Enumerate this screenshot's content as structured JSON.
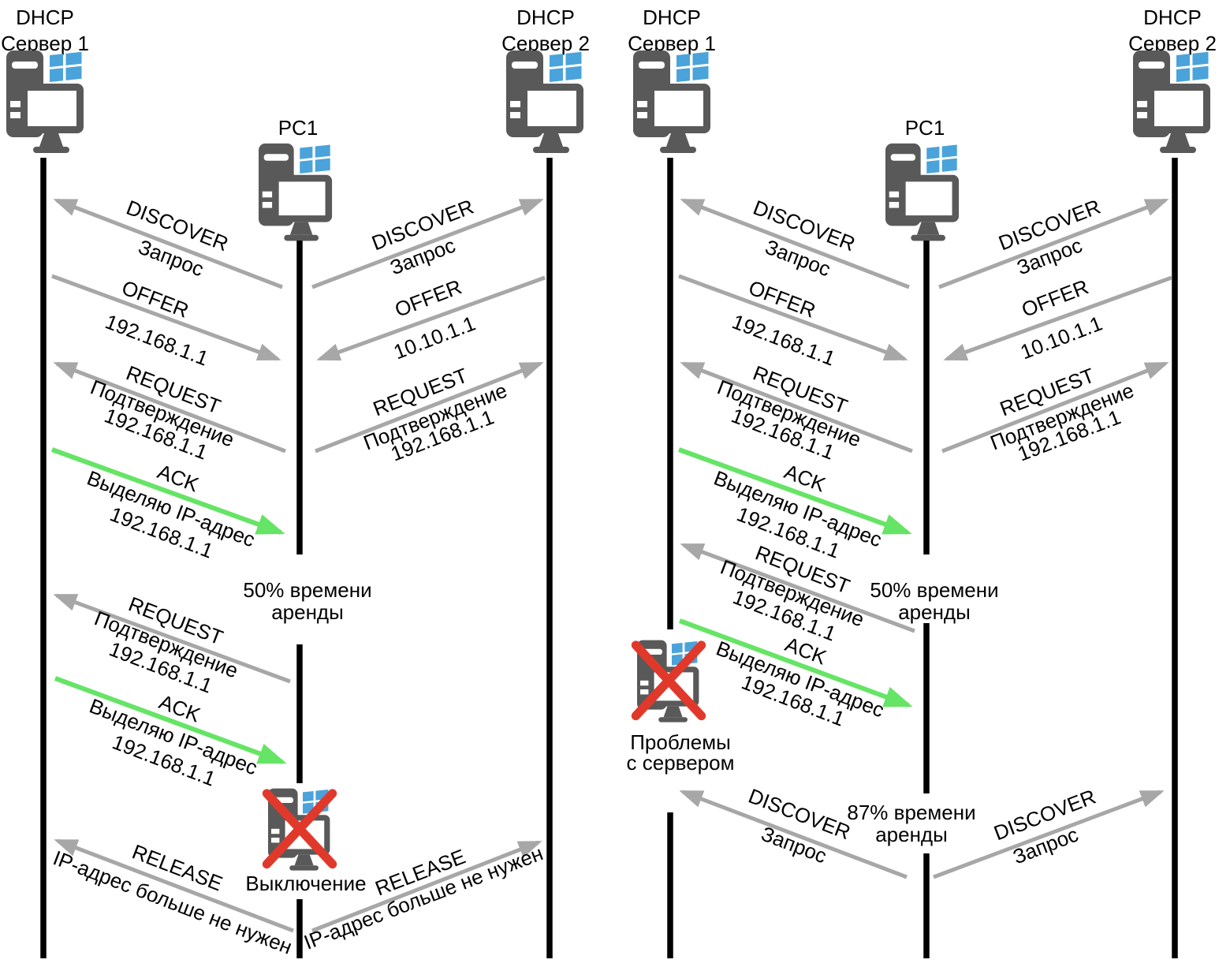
{
  "colors": {
    "lifeline": "#000000",
    "arrow_gray": "#a7a7a7",
    "arrow_green": "#65e465",
    "icon_gray": "#595959",
    "windows_blue": "#4aa3da",
    "cross_red": "#e0392b",
    "text": "#000000"
  },
  "left": {
    "server1": {
      "l1": "DHCP",
      "l2": "Сервер 1"
    },
    "pc1": "PC1",
    "server2": {
      "l1": "DHCP",
      "l2": "Сервер 2"
    },
    "m": {
      "discover1": {
        "l1": "DISCOVER",
        "l2": "Запрос"
      },
      "discover2": {
        "l1": "DISCOVER",
        "l2": "Запрос"
      },
      "offer1": {
        "l1": "OFFER",
        "l2": "192.168.1.1"
      },
      "offer2": {
        "l1": "OFFER",
        "l2": "10.10.1.1"
      },
      "request1": {
        "l1": "REQUEST",
        "l2": "Подтверждение",
        "l3": "192.168.1.1"
      },
      "request2": {
        "l1": "REQUEST",
        "l2": "Подтверждение",
        "l3": "192.168.1.1"
      },
      "ack": {
        "l1": "ACK",
        "l2": "Выделяю IP-адрес",
        "l3": "192.168.1.1"
      },
      "note50": {
        "l1": "50% времени",
        "l2": "аренды"
      },
      "request_renew": {
        "l1": "REQUEST",
        "l2": "Подтверждение",
        "l3": "192.168.1.1"
      },
      "ack_renew": {
        "l1": "ACK",
        "l2": "Выделяю IP-адрес",
        "l3": "192.168.1.1"
      },
      "shutdown": "Выключение",
      "release1": {
        "l1": "RELEASE",
        "l2": "IP-адрес больше не нужен"
      },
      "release2": {
        "l1": "RELEASE",
        "l2": "IP-адрес больше не нужен"
      }
    }
  },
  "right": {
    "server1": {
      "l1": "DHCP",
      "l2": "Сервер 1"
    },
    "pc1": "PC1",
    "server2": {
      "l1": "DHCP",
      "l2": "Сервер 2"
    },
    "m": {
      "discover1": {
        "l1": "DISCOVER",
        "l2": "Запрос"
      },
      "discover2": {
        "l1": "DISCOVER",
        "l2": "Запрос"
      },
      "offer1": {
        "l1": "OFFER",
        "l2": "192.168.1.1"
      },
      "offer2": {
        "l1": "OFFER",
        "l2": "10.10.1.1"
      },
      "request1": {
        "l1": "REQUEST",
        "l2": "Подтверждение",
        "l3": "192.168.1.1"
      },
      "request2": {
        "l1": "REQUEST",
        "l2": "Подтверждение",
        "l3": "192.168.1.1"
      },
      "ack": {
        "l1": "ACK",
        "l2": "Выделяю IP-адрес",
        "l3": "192.168.1.1"
      },
      "note50": {
        "l1": "50% времени",
        "l2": "аренды"
      },
      "request_renew": {
        "l1": "REQUEST",
        "l2": "Подтверждение",
        "l3": "192.168.1.1"
      },
      "ack_renew": {
        "l1": "ACK",
        "l2": "Выделяю IP-адрес",
        "l3": "192.168.1.1"
      },
      "server_problem": {
        "l1": "Проблемы",
        "l2": "с сервером"
      },
      "note87": {
        "l1": "87% времени",
        "l2": "аренды"
      },
      "discover3": {
        "l1": "DISCOVER",
        "l2": "Запрос"
      },
      "discover4": {
        "l1": "DISCOVER",
        "l2": "Запрос"
      }
    }
  }
}
